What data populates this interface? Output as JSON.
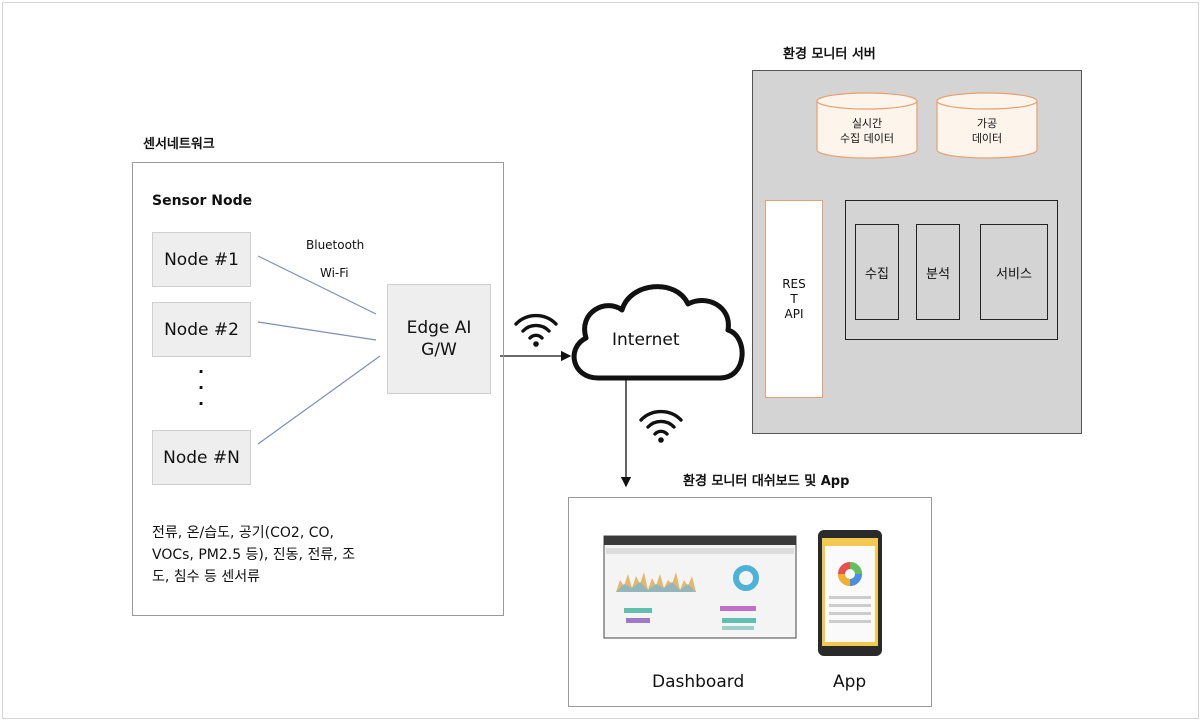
{
  "sensor_network": {
    "title": "센서네트워크",
    "subtitle": "Sensor Node",
    "nodes": [
      "Node #1",
      "Node #2",
      "Node #N"
    ],
    "ellipsis": ".\n.\n.",
    "link_labels": [
      "Bluetooth",
      "Wi-Fi"
    ],
    "description": [
      "전류, 온/습도, 공기(CO2, CO,",
      "VOCs, PM2.5 등), 진동, 전류, 조",
      "도, 침수 등 센서류"
    ]
  },
  "gateway": {
    "label_line1": "Edge AI",
    "label_line2": "G/W"
  },
  "internet": {
    "label": "Internet"
  },
  "server": {
    "title": "환경 모니터 서버",
    "db_realtime": [
      "실시간",
      "수집 데이터"
    ],
    "db_processed": [
      "가공",
      "데이터"
    ],
    "rest_api": [
      "RES",
      "T",
      "API"
    ],
    "modules": [
      "수집",
      "분석",
      "서비스"
    ]
  },
  "dashboard": {
    "title": "환경 모니터 대쉬보드 및 App",
    "dashboard_label": "Dashboard",
    "app_label": "App"
  },
  "colors": {
    "arrow": "#e8a070",
    "db_fill": "#fdf4ec",
    "server_bg": "#d4d4d4",
    "line_blue": "#7d8fb5"
  }
}
